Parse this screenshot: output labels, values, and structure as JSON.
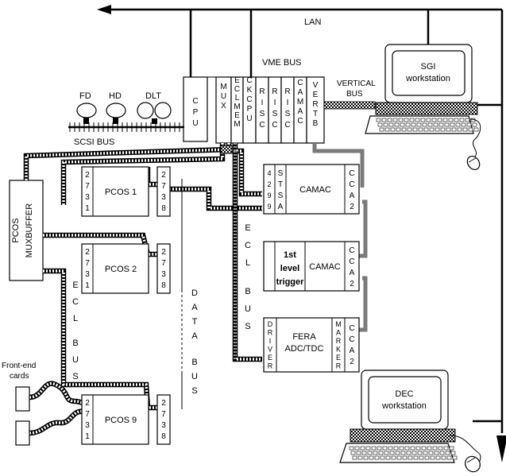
{
  "labels": {
    "lan": "LAN",
    "vme_bus": "VME BUS",
    "vertical_bus": [
      "VERTICAL",
      "BUS"
    ],
    "scsi_bus": "SCSI BUS",
    "fd": "FD",
    "hd": "HD",
    "dlt": "DLT",
    "front_end": [
      "Front-end",
      "cards"
    ],
    "ecl_bus_left": [
      "E",
      "C",
      "L",
      "B",
      "U",
      "S"
    ],
    "ecl_bus_mid": [
      "E",
      "C",
      "L",
      "B",
      "U",
      "S"
    ],
    "data_bus": [
      "D",
      "A",
      "T",
      "A",
      "B",
      "U",
      "S"
    ]
  },
  "vme_modules": [
    {
      "id": "cpu",
      "label": [
        "C",
        "P",
        "U"
      ]
    },
    {
      "id": "mux",
      "label": [
        "M",
        "U",
        "X"
      ]
    },
    {
      "id": "eclmem",
      "label": [
        "E",
        "C",
        "L",
        "M",
        "E",
        "M"
      ]
    },
    {
      "id": "ckcpu",
      "label": [
        "C",
        "K",
        "C",
        "P",
        "U"
      ]
    },
    {
      "id": "risc1",
      "label": [
        "R",
        "I",
        "S",
        "C"
      ]
    },
    {
      "id": "risc2",
      "label": [
        "R",
        "I",
        "S",
        "C"
      ]
    },
    {
      "id": "risc3",
      "label": [
        "R",
        "I",
        "S",
        "C"
      ]
    },
    {
      "id": "camac",
      "label": [
        "C",
        "A",
        "M",
        "A",
        "C"
      ]
    },
    {
      "id": "vertb",
      "label": [
        "V",
        "E",
        "R",
        "T",
        "B"
      ]
    }
  ],
  "workstations": {
    "sgi": [
      "SGI",
      "workstation"
    ],
    "dec": [
      "DEC",
      "workstation"
    ]
  },
  "pcos_muxbuffer": [
    "PCOS",
    "MUXBUFFER"
  ],
  "pcos": [
    {
      "id": "pcos1",
      "name": "PCOS 1",
      "left": [
        "2",
        "7",
        "3",
        "1"
      ],
      "right": [
        "2",
        "7",
        "3",
        "8"
      ]
    },
    {
      "id": "pcos2",
      "name": "PCOS 2",
      "left": [
        "2",
        "7",
        "3",
        "1"
      ],
      "right": [
        "2",
        "7",
        "3",
        "8"
      ]
    },
    {
      "id": "pcos9",
      "name": "PCOS 9",
      "left": [
        "2",
        "7",
        "3",
        "1"
      ],
      "right": [
        "2",
        "7",
        "3",
        "8"
      ]
    }
  ],
  "camac_crates": [
    {
      "id": "crate1",
      "left": [
        "4",
        "2",
        "9",
        "9"
      ],
      "mid": [
        "S",
        "T",
        "S",
        "A"
      ],
      "main": "CAMAC",
      "right": [
        "C",
        "C",
        "A",
        "2"
      ]
    },
    {
      "id": "crate2",
      "trigger": [
        "1st",
        "level",
        "trigger"
      ],
      "main": "CAMAC",
      "right": [
        "C",
        "C",
        "A",
        "2"
      ]
    },
    {
      "id": "crate3",
      "left": [
        "D",
        "R",
        "I",
        "V",
        "E",
        "R"
      ],
      "main": [
        "FERA",
        "ADC/TDC"
      ],
      "marker": [
        "M",
        "A",
        "R",
        "K",
        "E",
        "R"
      ],
      "right": [
        "C",
        "C",
        "A",
        "2"
      ]
    }
  ]
}
